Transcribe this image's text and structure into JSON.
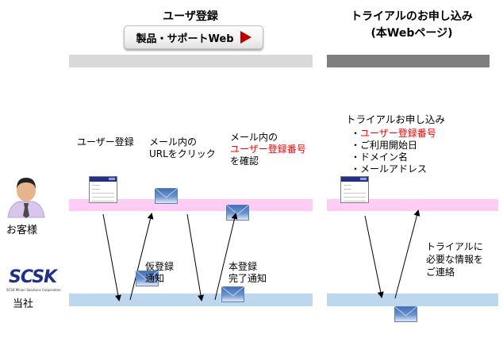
{
  "left_section": {
    "title": "ユーザ登録",
    "button_label": "製品・サポートWeb"
  },
  "right_section": {
    "title_line1": "トライアルのお申し込み",
    "title_line2": "(本Webページ)"
  },
  "actors": {
    "customer": "お客様",
    "company": "当社",
    "company_logo": "SCSK",
    "company_logo_sub": "SCSK Minori Solutions Corporation"
  },
  "steps": {
    "user_registration": "ユーザー登録",
    "click_url_line1": "メール内の",
    "click_url_line2": "URLをクリック",
    "confirm_line1": "メール内の",
    "confirm_line2_red": "ユーザー登録番号",
    "confirm_line3": "を確認",
    "temp_notice_line1": "仮登録",
    "temp_notice_line2": "通知",
    "final_notice_line1": "本登録",
    "final_notice_line2": "完了通知"
  },
  "trial": {
    "heading": "トライアルお申し込み",
    "items": [
      {
        "text": "・",
        "red": "ユーザー登録番号"
      },
      {
        "text": "・ご利用開始日",
        "red": ""
      },
      {
        "text": "・ドメイン名",
        "red": ""
      },
      {
        "text": "・メールアドレス",
        "red": ""
      }
    ],
    "contact_line1": "トライアルに",
    "contact_line2": "必要な情報を",
    "contact_line3": "ご連絡"
  },
  "colors": {
    "customer_lane": "#ffccf5",
    "company_lane": "#bdd7ee",
    "highlight_text": "#ff0000",
    "button_arrow": "#c00000"
  }
}
